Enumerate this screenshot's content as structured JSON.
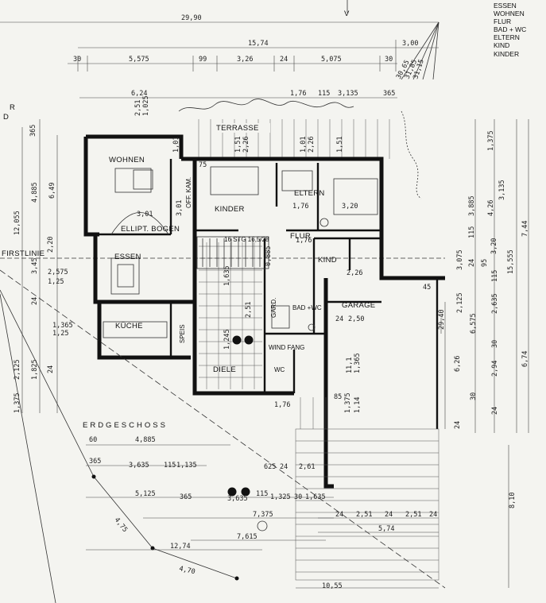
{
  "north_marker": "V",
  "legend": [
    "ESSEN",
    "WOHNEN",
    "FLUR",
    "BAD + WC",
    "ELTERN",
    "KIND",
    "KINDER"
  ],
  "rooms": {
    "terrasse": "TERRASSE",
    "wohnen": "WOHNEN",
    "kinder": "KINDER",
    "eltern": "ELTERN",
    "ellipt_bogen": "ELLIPT. BOGEN",
    "essen": "ESSEN",
    "kueche": "KÜCHE",
    "flur": "FLUR",
    "kind": "KIND",
    "garage": "GARAGE",
    "gard": "GARD.",
    "bad_wc": "BAD +WC",
    "windfang": "WIND FANG",
    "diele": "DIELE",
    "off_kam": "OFF. KAM.",
    "speis": "SPEIS",
    "wc": "WC",
    "treppe": "16 STG 16,5/28"
  },
  "labels": {
    "firstlinie": "FIRSTLINIE",
    "erdgeschoss": "ERDGESCHOSS",
    "corner_r": "R",
    "corner_d": "D"
  },
  "dims_top": [
    "29,90",
    "15,74",
    "3,00",
    "30",
    "5,575",
    "99",
    "3,26",
    "24",
    "5,075",
    "30",
    "6,24",
    "1,76",
    "115",
    "3,135",
    "365",
    "2,51",
    "1,025"
  ],
  "dims_top_right": [
    "30,65",
    "31,85",
    "31,15"
  ],
  "dims_left": [
    "365",
    "4,885",
    "6,49",
    "12,055",
    "2,20",
    "3,45",
    "2,575",
    "1,25",
    "24",
    "1,365",
    "1,25",
    "2,125",
    "1,825",
    "24",
    "1,375"
  ],
  "dims_right": [
    "1,375",
    "3,885",
    "4,26",
    "3,135",
    "7,44",
    "115",
    "24",
    "95",
    "3,20",
    "3,075",
    "15,555",
    "6,575",
    "2,635",
    "115",
    "2,94",
    "2,125",
    "6,26",
    "6,74",
    "30",
    "24",
    "30",
    "24",
    "8,10",
    "29,40"
  ],
  "dims_inner": [
    "1,01",
    "1,51",
    "2,26",
    "1,01",
    "2,26",
    "1,51",
    "3,01",
    "3,01",
    "1,76",
    "3,20",
    "2,26",
    "2,50",
    "2,51",
    "1,635",
    "1,76",
    "0,885",
    "11,1",
    "1,365",
    "1,375",
    "1,14",
    "1,245",
    "1,76",
    "75",
    "24"
  ],
  "dims_bottom": [
    "60",
    "4,885",
    "365",
    "3,635",
    "115",
    "1,135",
    "5,125",
    "365",
    "3,635",
    "115",
    "1,325",
    "30",
    "1,635",
    "625",
    "24",
    "2,61",
    "7,375",
    "7,615",
    "12,74",
    "4,75",
    "4,70",
    "24",
    "2,51",
    "24",
    "2,51",
    "24",
    "5,74",
    "10,55",
    "85",
    "45"
  ],
  "colors": {
    "line": "#111111",
    "paper": "#f4f4f0"
  }
}
